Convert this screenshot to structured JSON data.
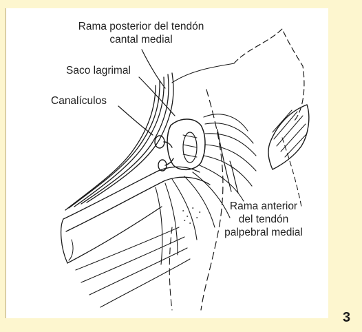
{
  "labels": {
    "rama_posterior_line1": "Rama posterior del tendón",
    "rama_posterior_line2": "cantal medial",
    "saco_lagrimal": "Saco lagrimal",
    "canaliculos": "Canalículos",
    "rama_anterior_line1": "Rama anterior",
    "rama_anterior_line2": "del tendón",
    "rama_anterior_line3": "palpebral medial"
  },
  "figure_number": "3",
  "colors": {
    "background": "#fdf6cf",
    "panel": "#ffffff",
    "ink": "#1a1a1a"
  }
}
